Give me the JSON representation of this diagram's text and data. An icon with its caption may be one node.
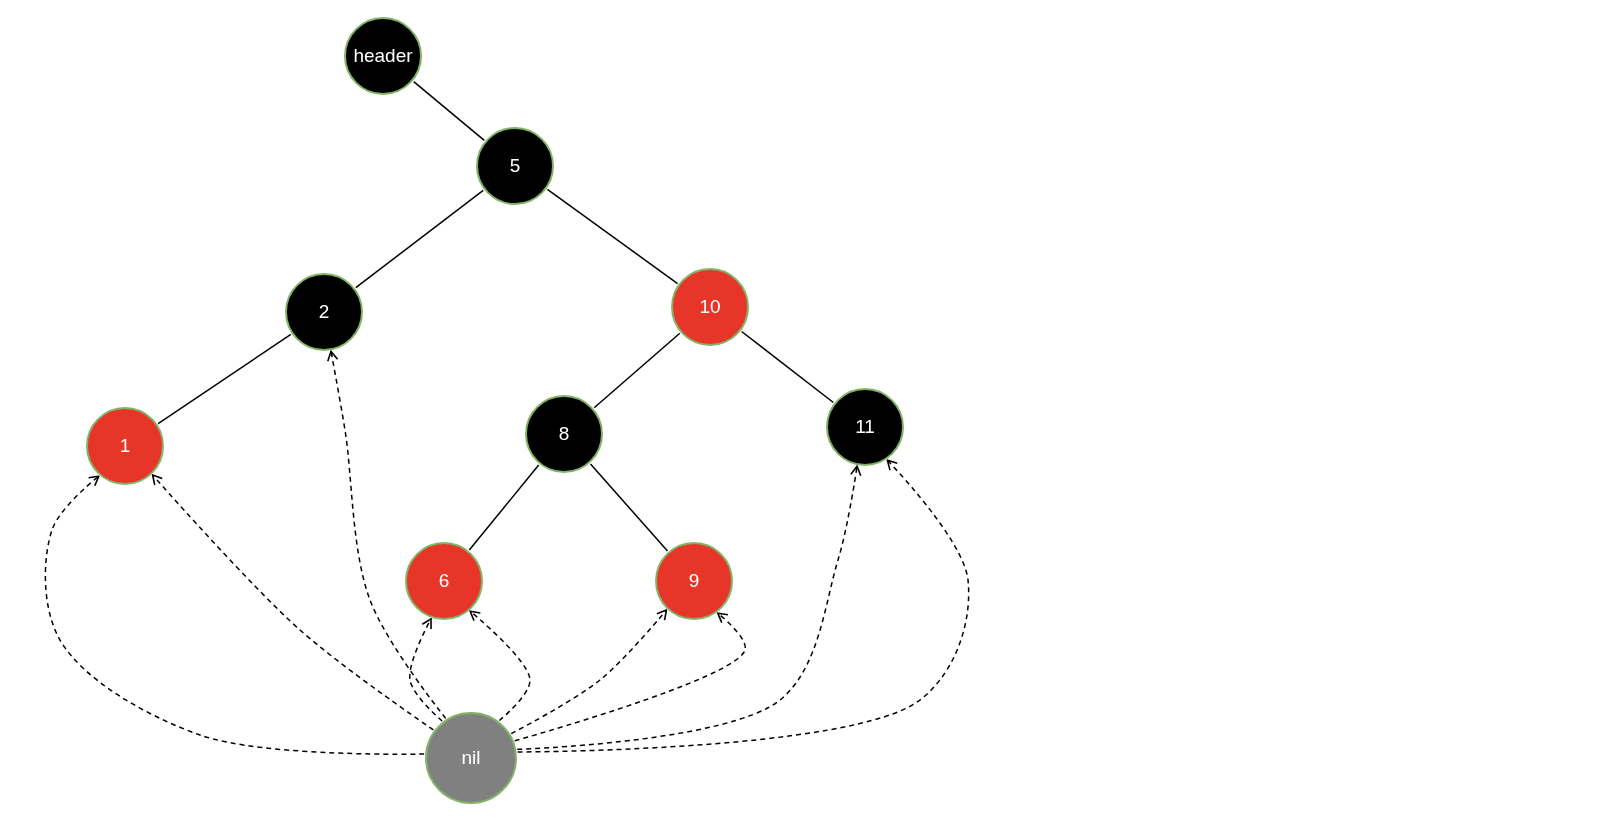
{
  "diagram": {
    "nodes": [
      {
        "text": [
          "header"
        ]
      },
      {
        "text": [
          "5"
        ]
      },
      {
        "text": [
          "2"
        ]
      },
      {
        "text": [
          "10"
        ]
      },
      {
        "text": [
          "1"
        ]
      },
      {
        "text": [
          "8"
        ]
      },
      {
        "text": [
          "11"
        ]
      },
      {
        "text": [
          "6"
        ]
      },
      {
        "text": [
          "9"
        ]
      },
      {
        "text": [
          "nil"
        ]
      }
    ],
    "edges": [
      {
        "from": 0,
        "to": 1,
        "arrow": "none"
      },
      {
        "from": 1,
        "to": 2,
        "arrow": "none"
      },
      {
        "from": 1,
        "to": 3,
        "arrow": "none"
      },
      {
        "from": 2,
        "to": 4,
        "arrow": "none"
      },
      {
        "from": 3,
        "to": 5,
        "arrow": "none"
      },
      {
        "from": 3,
        "to": 6,
        "arrow": "none"
      },
      {
        "from": 5,
        "to": 7,
        "arrow": "none"
      },
      {
        "from": 5,
        "to": 8,
        "arrow": "none"
      },
      {
        "from": 9,
        "to": 4,
        "arrow": "to",
        "style": "dashed"
      },
      {
        "from": 9,
        "to": 4,
        "arrow": "to",
        "style": "dashed"
      },
      {
        "from": 9,
        "to": 2,
        "arrow": "to",
        "style": "dashed"
      },
      {
        "from": 9,
        "to": 7,
        "arrow": "to",
        "style": "dashed"
      },
      {
        "from": 9,
        "to": 7,
        "arrow": "to",
        "style": "dashed"
      },
      {
        "from": 9,
        "to": 8,
        "arrow": "to",
        "style": "dashed"
      },
      {
        "from": 9,
        "to": 8,
        "arrow": "to",
        "style": "dashed"
      },
      {
        "from": 9,
        "to": 6,
        "arrow": "to",
        "style": "dashed"
      },
      {
        "from": 9,
        "to": 6,
        "arrow": "to",
        "style": "dashed"
      }
    ]
  }
}
